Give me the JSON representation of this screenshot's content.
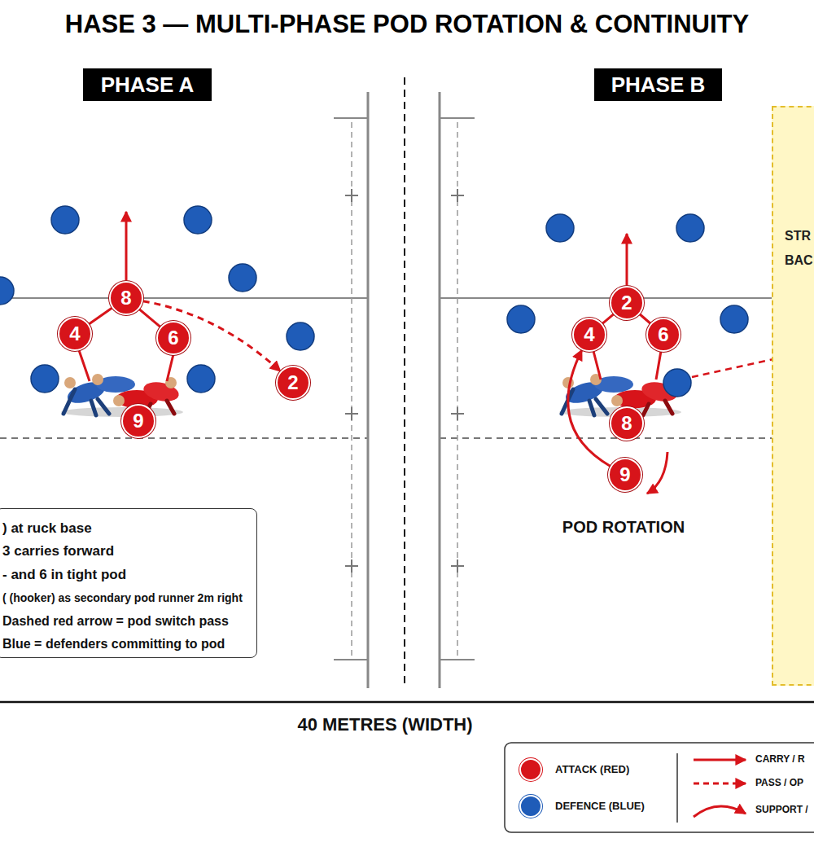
{
  "diagram": {
    "title": "HASE 3 — MULTI-PHASE POD ROTATION & CONTINUITY",
    "nodes": [
      {
        "text": [
          "PHASE A"
        ]
      },
      {
        "text": [
          "PHASE B"
        ]
      },
      {
        "text": [
          "STR BAC"
        ]
      },
      {
        "text": [
          "8"
        ]
      },
      {
        "text": [
          "4"
        ]
      },
      {
        "text": [
          "6"
        ]
      },
      {
        "text": [
          "2"
        ]
      },
      {
        "text": [
          "9"
        ]
      },
      {
        "text": [
          "2"
        ]
      },
      {
        "text": [
          "4"
        ]
      },
      {
        "text": [
          "6"
        ]
      },
      {
        "text": [
          "8"
        ]
      },
      {
        "text": [
          "9"
        ]
      },
      {
        "text": [
          ") at ruck base",
          "3 carries forward",
          "- and 6 in tight pod",
          "( (hooker) as secondary pod runner 2m right",
          "Dashed red arrow = pod switch pass",
          "Blue = defenders committing to pod"
        ]
      }
    ],
    "edges": [
      {
        "from": 3,
        "to": 4,
        "arrow": "none"
      },
      {
        "from": 3,
        "to": 5,
        "arrow": "none"
      },
      {
        "from": 3,
        "to": 6,
        "arrow": "to"
      },
      {
        "from": 8,
        "to": 9,
        "arrow": "none"
      },
      {
        "from": 8,
        "to": 10,
        "arrow": "none"
      },
      {
        "from": 12,
        "to": 9,
        "arrow": "to"
      }
    ],
    "labels": [
      "POD ROTATION",
      "40 METRES (WIDTH)"
    ],
    "legend": [
      {
        "text": "ATTACK (RED)",
        "color": "#d7141a"
      },
      {
        "text": "DEFENCE (BLUE)",
        "color": "#1f5cb8"
      },
      {
        "text": "CARRY / R"
      },
      {
        "text": "PASS / OP"
      },
      {
        "text": "SUPPORT /"
      }
    ]
  }
}
